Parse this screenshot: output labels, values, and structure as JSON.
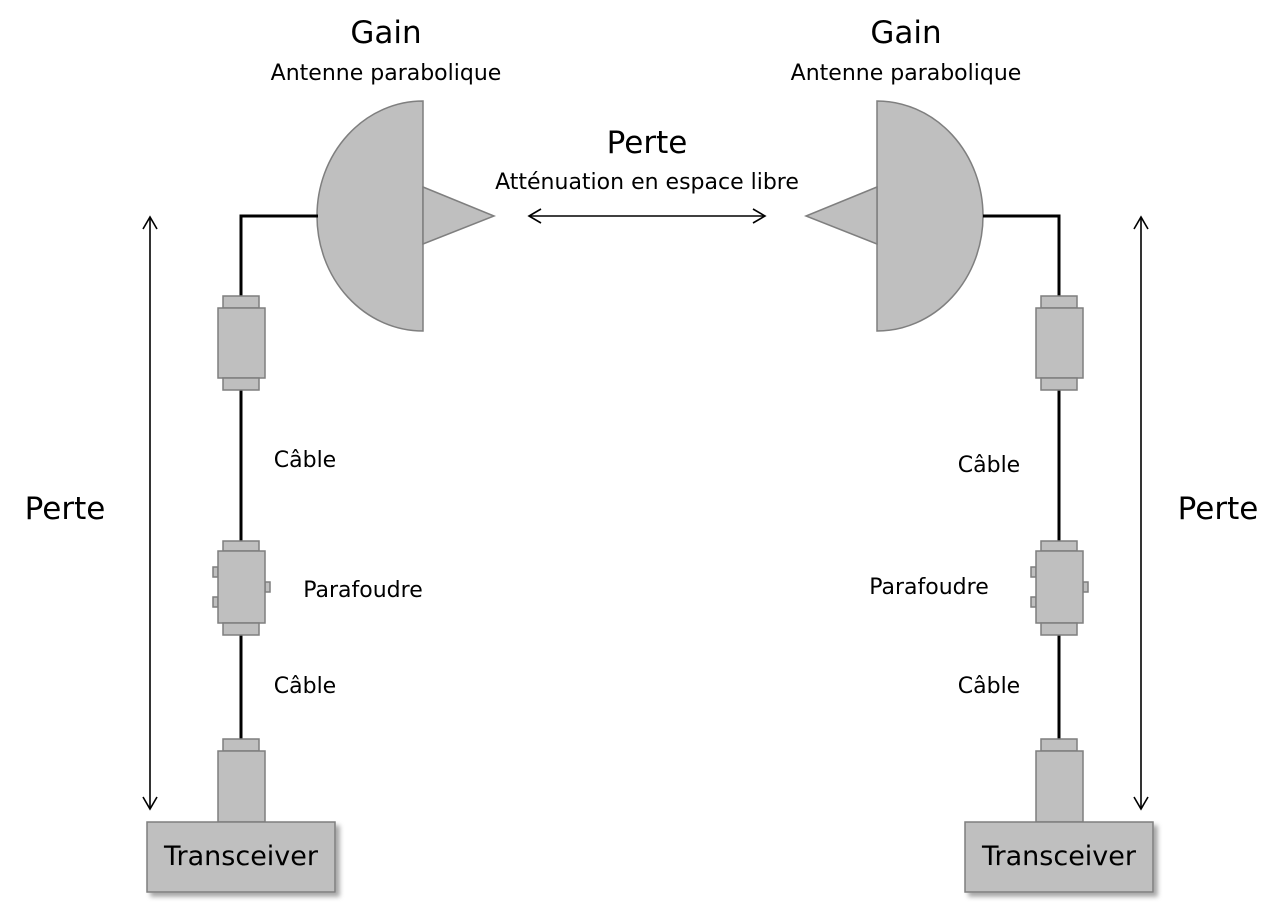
{
  "diagram": {
    "left_antenna": {
      "gain_title": "Gain",
      "subtitle": "Antenne parabolique"
    },
    "right_antenna": {
      "gain_title": "Gain",
      "subtitle": "Antenne parabolique"
    },
    "free_space": {
      "title": "Perte",
      "subtitle": "Atténuation en espace libre"
    },
    "left_chain": {
      "loss_label": "Perte",
      "cable_top": "Câble",
      "arrester": "Parafoudre",
      "cable_bottom": "Câble",
      "transceiver": "Transceiver"
    },
    "right_chain": {
      "loss_label": "Perte",
      "cable_top": "Câble",
      "arrester": "Parafoudre",
      "cable_bottom": "Câble",
      "transceiver": "Transceiver"
    }
  }
}
